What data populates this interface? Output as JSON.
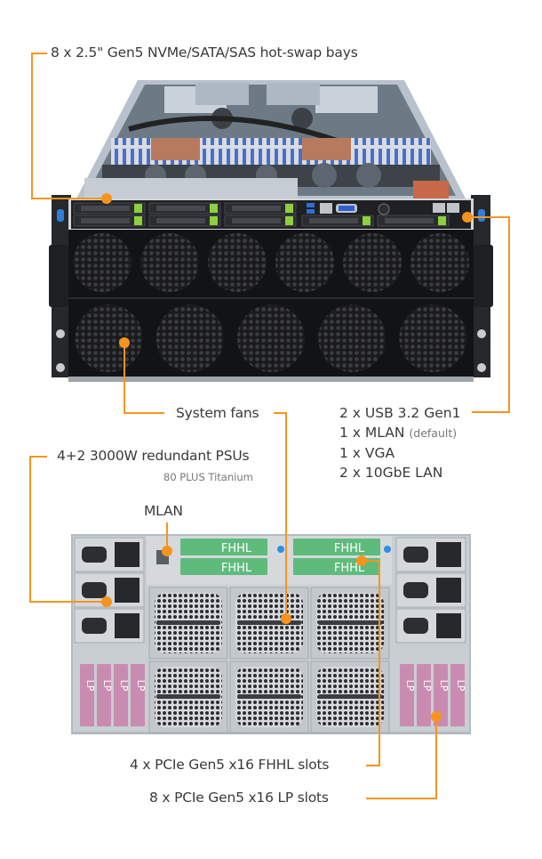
{
  "accent_color": "#F7941D",
  "front_view": {
    "callouts": {
      "drive_bays": "8 x 2.5\" Gen5 NVMe/SATA/SAS hot-swap bays",
      "system_fans": "System fans",
      "io_ports": [
        {
          "text": "2 x USB 3.2 Gen1",
          "note": ""
        },
        {
          "text": "1 x MLAN",
          "note": "(default)"
        },
        {
          "text": "1 x VGA",
          "note": ""
        },
        {
          "text": "2 x 10GbE LAN",
          "note": ""
        }
      ]
    },
    "bay_count": 8,
    "fan_rows": [
      6,
      5
    ]
  },
  "rear_view": {
    "callouts": {
      "psu": "4+2 3000W redundant PSUs",
      "psu_note": "80 PLUS Titanium",
      "mlan": "MLAN",
      "fhhl_slots": "4 x PCIe Gen5 x16 FHHL slots",
      "lp_slots": "8 x PCIe Gen5 x16 LP slots"
    },
    "fhhl_label": "FHHL",
    "lp_label": "LP",
    "psu_count_per_side": 3
  }
}
